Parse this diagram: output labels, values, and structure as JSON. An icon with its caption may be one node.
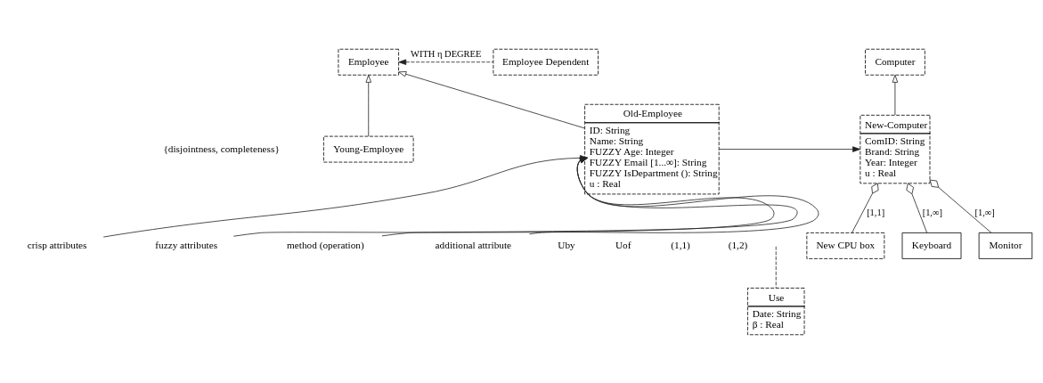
{
  "diagram": {
    "nodes": [
      {
        "text": [
          "Employee"
        ]
      },
      {
        "text": [
          "Employee Dependent"
        ]
      },
      {
        "text": [
          "Young-Employee"
        ]
      },
      {
        "text": [
          "Old-Employee",
          "ID: String",
          "Name: String",
          "FUZZY Age: Integer",
          "FUZZY Email [1...∞]: String",
          "FUZZY IsDepartment (): String",
          "u : Real"
        ]
      },
      {
        "text": [
          "crisp attributes"
        ]
      },
      {
        "text": [
          "fuzzy attributes"
        ]
      },
      {
        "text": [
          "method (operation)"
        ]
      },
      {
        "text": [
          "additional attribute"
        ]
      },
      {
        "text": [
          "Use",
          "Date: String",
          "β : Real"
        ]
      },
      {
        "text": [
          "Computer"
        ]
      },
      {
        "text": [
          "New-Computer",
          "ComID: String",
          "Brand: String",
          "Year: Integer",
          "u : Real"
        ]
      },
      {
        "text": [
          "Monitor"
        ]
      },
      {
        "text": [
          "New CPU box"
        ]
      },
      {
        "text": [
          "Keyboard"
        ]
      }
    ],
    "edges": [
      {
        "from": 1,
        "to": 0,
        "arrow": "to",
        "label": "WITH η DEGREE",
        "style": "dashed"
      },
      {
        "from": 2,
        "to": 0,
        "arrow": "to"
      },
      {
        "from": 3,
        "to": 0,
        "arrow": "to"
      },
      {
        "from": 3,
        "to": 10,
        "arrow": "to"
      },
      {
        "from": 8,
        "to": null,
        "arrow": "none",
        "style": "dashed"
      },
      {
        "from": 10,
        "to": 9,
        "arrow": "to"
      },
      {
        "from": 11,
        "to": 10,
        "arrow": "other",
        "label": "[1,∞]"
      },
      {
        "from": 12,
        "to": 10,
        "arrow": "other",
        "label": "[1,1]"
      },
      {
        "from": 13,
        "to": 10,
        "arrow": "other",
        "label": "[1,∞]"
      },
      {
        "from": 4,
        "to": 3,
        "arrow": "to"
      },
      {
        "from": 5,
        "to": 3,
        "arrow": "to"
      },
      {
        "from": 6,
        "to": 3,
        "arrow": "to"
      },
      {
        "from": 7,
        "to": 3,
        "arrow": "to"
      }
    ],
    "labels": [
      "{disjointness, completeness}",
      "Uby",
      "Uof",
      "(1,1)",
      "(1,2)"
    ]
  }
}
